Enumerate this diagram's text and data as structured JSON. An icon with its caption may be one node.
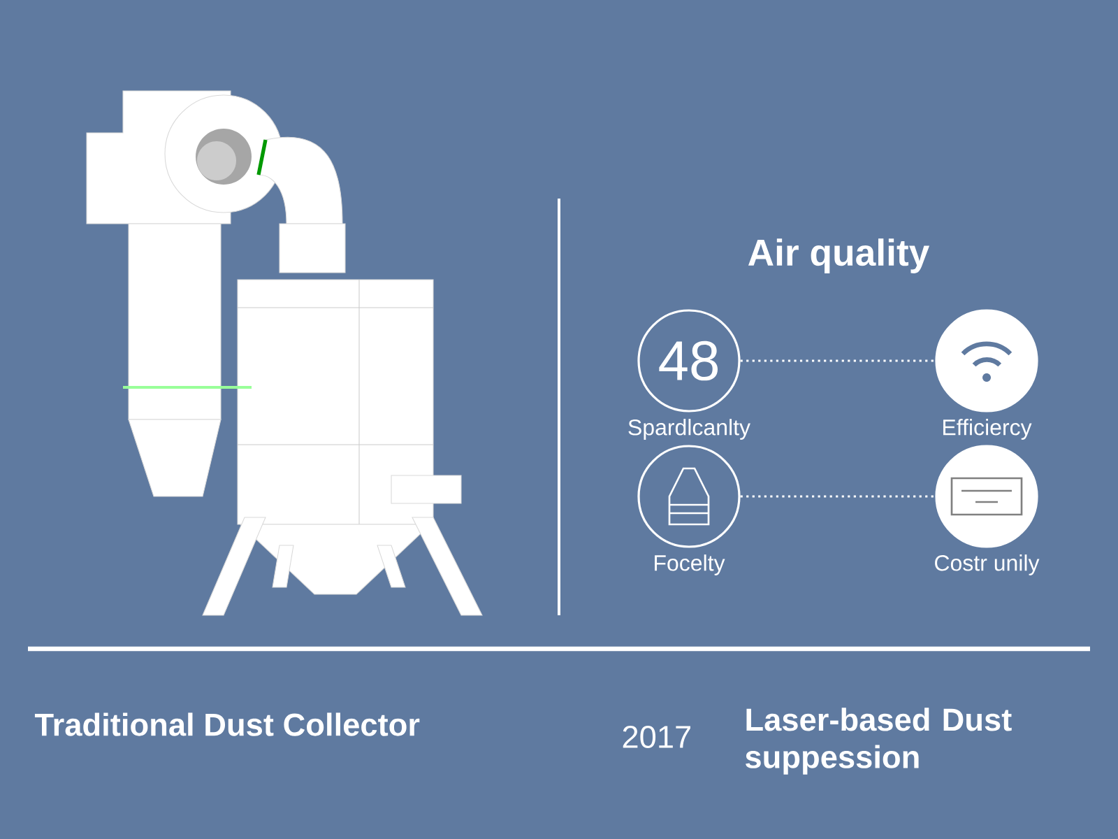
{
  "diagram": {
    "nodes": [
      {
        "text": [
          "48"
        ],
        "beside": [
          "Spardlcanlty"
        ]
      },
      {
        "text": [],
        "shape": "circle",
        "beside": [
          "Efficiercy"
        ]
      },
      {
        "text": [],
        "shape": "circle",
        "beside": [
          "Focelty"
        ]
      },
      {
        "text": [],
        "shape": "circle",
        "beside": [
          "Costr unily"
        ]
      }
    ],
    "edges": [
      {
        "from": 0,
        "to": 1,
        "arrow": "none"
      },
      {
        "from": 2,
        "to": 3,
        "arrow": "none"
      }
    ],
    "labels": [
      "Air quality",
      "Traditional Dust Collector",
      "2017",
      "Laser-based Dust suppession"
    ]
  }
}
